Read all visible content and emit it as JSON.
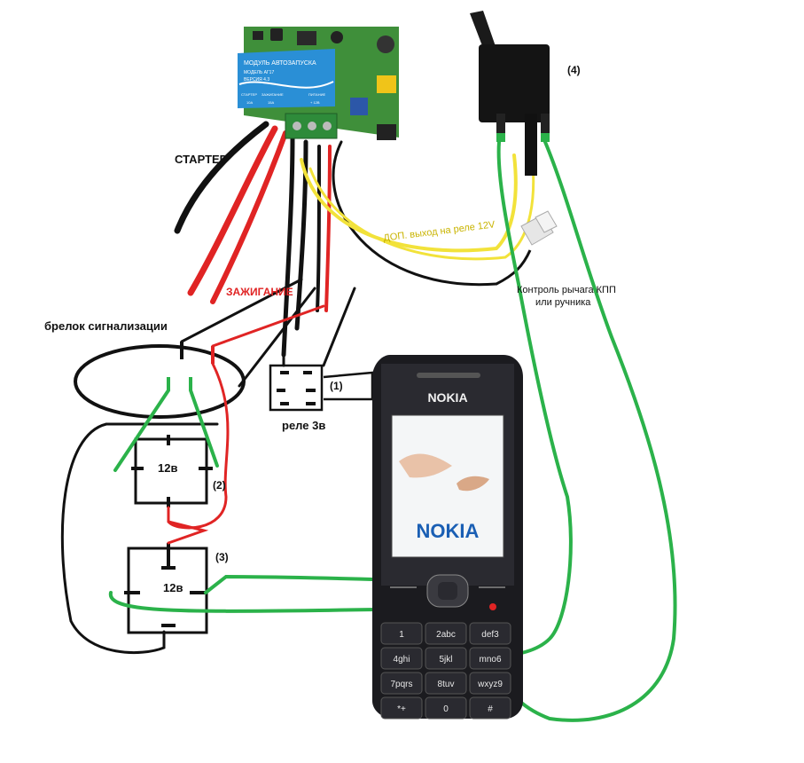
{
  "labels": {
    "starter": "СТАРТЕР",
    "ignition": "ЗАЖИГАНИЕ",
    "aux_output": "ДОП. выход на реле 12V",
    "gear_control_line1": "Контроль рычага КПП",
    "gear_control_line2": "или ручника",
    "key_fob": "брелок сигнализации",
    "relay_3v": "реле 3в",
    "relay_12v_a": "12в",
    "relay_12v_b": "12в",
    "marker_1": "(1)",
    "marker_2": "(2)",
    "marker_3": "(3)",
    "marker_4": "(4)"
  },
  "module": {
    "title": "МОДУЛЬ АВТОЗАПУСКА",
    "model": "МОДЕЛЬ АГ17",
    "version": "ВЕРСИЯ 4.3",
    "pin_starter": "СТАРТЕР",
    "pin_ignition": "ЗАЖИГАНИЕ",
    "pin_power": "ПИТАНИЕ",
    "pin_10a": "10A",
    "pin_15a": "15A",
    "pin_12v": "+ 12В"
  },
  "phone": {
    "brand_top": "NOKIA",
    "brand_screen": "NOKIA",
    "keys": [
      [
        "1",
        "2abc",
        "def3"
      ],
      [
        "4ghi",
        "5jkl",
        "mno6"
      ],
      [
        "7pqrs",
        "8tuv",
        "wxyz9"
      ],
      [
        "*+",
        "0",
        "#"
      ]
    ]
  },
  "colors": {
    "wire_green": "#2bb24a",
    "wire_red": "#e02424",
    "wire_black": "#111111",
    "wire_yellow": "#f2e23a",
    "module_blue": "#2a8fd6",
    "pcb_green": "#3f8f3a",
    "phone_body": "#1b1b1f"
  }
}
